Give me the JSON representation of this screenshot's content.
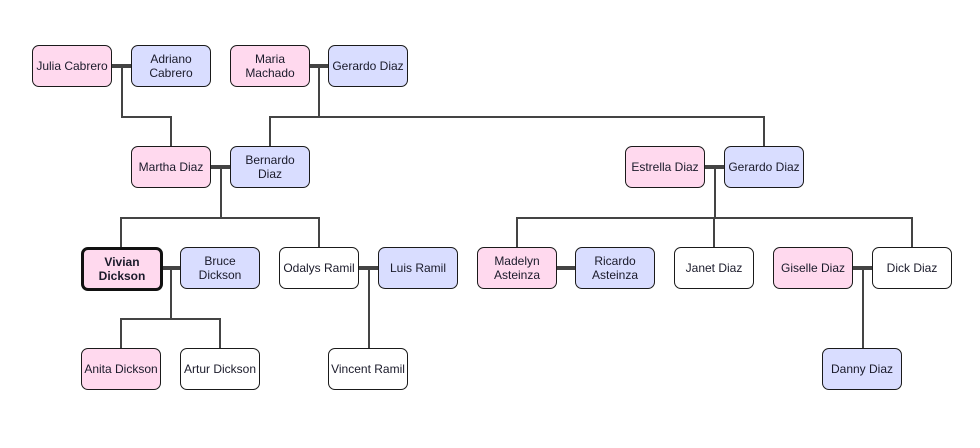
{
  "title": "Family Tree",
  "colors": {
    "female": "#ffd9ee",
    "male": "#d9ddff",
    "unknown": "#ffffff",
    "line": "#444444"
  },
  "people": [
    {
      "id": "julia",
      "name": "Julia Cabrero",
      "gender": "female",
      "col": 0,
      "row": 0
    },
    {
      "id": "adriano",
      "name": "Adriano Cabrero",
      "gender": "male",
      "col": 1,
      "row": 0
    },
    {
      "id": "maria",
      "name": "Maria Machado",
      "gender": "female",
      "col": 2,
      "row": 0
    },
    {
      "id": "gerardo-sr",
      "name": "Gerardo Diaz",
      "gender": "male",
      "col": 3,
      "row": 0
    },
    {
      "id": "martha",
      "name": "Martha Diaz",
      "gender": "female",
      "col": 1,
      "row": 1
    },
    {
      "id": "bernardo",
      "name": "Bernardo Diaz",
      "gender": "male",
      "col": 2,
      "row": 1
    },
    {
      "id": "estrella",
      "name": "Estrella Diaz",
      "gender": "female",
      "col": 6,
      "row": 1
    },
    {
      "id": "gerardo-jr",
      "name": "Gerardo Diaz",
      "gender": "male",
      "col": 7,
      "row": 1
    },
    {
      "id": "vivian",
      "name": "Vivian Dickson",
      "gender": "female",
      "col": 0.5,
      "row": 2,
      "selected": true
    },
    {
      "id": "bruce",
      "name": "Bruce Dickson",
      "gender": "male",
      "col": 1.5,
      "row": 2
    },
    {
      "id": "odalys",
      "name": "Odalys Ramil",
      "gender": "unknown",
      "col": 2.5,
      "row": 2
    },
    {
      "id": "luis",
      "name": "Luis Ramil",
      "gender": "male",
      "col": 3.5,
      "row": 2
    },
    {
      "id": "madelyn",
      "name": "Madelyn Asteinza",
      "gender": "female",
      "col": 4.5,
      "row": 2
    },
    {
      "id": "ricardo",
      "name": "Ricardo Asteinza",
      "gender": "male",
      "col": 5.5,
      "row": 2
    },
    {
      "id": "janet",
      "name": "Janet Diaz",
      "gender": "unknown",
      "col": 6.5,
      "row": 2
    },
    {
      "id": "giselle",
      "name": "Giselle Diaz",
      "gender": "female",
      "col": 7.5,
      "row": 2
    },
    {
      "id": "dick",
      "name": "Dick Diaz",
      "gender": "unknown",
      "col": 8.5,
      "row": 2
    },
    {
      "id": "anita",
      "name": "Anita Dickson",
      "gender": "female",
      "col": 0.5,
      "row": 3
    },
    {
      "id": "artur",
      "name": "Artur Dickson",
      "gender": "unknown",
      "col": 1.5,
      "row": 3
    },
    {
      "id": "vincent",
      "name": "Vincent Ramil",
      "gender": "unknown",
      "col": 3,
      "row": 3
    },
    {
      "id": "danny",
      "name": "Danny Diaz",
      "gender": "male",
      "col": 8,
      "row": 3
    }
  ],
  "couples": [
    {
      "a": "julia",
      "b": "adriano",
      "children": [
        "martha"
      ]
    },
    {
      "a": "maria",
      "b": "gerardo-sr",
      "children": [
        "bernardo",
        "gerardo-jr"
      ]
    },
    {
      "a": "martha",
      "b": "bernardo",
      "children": [
        "vivian",
        "odalys"
      ]
    },
    {
      "a": "estrella",
      "b": "gerardo-jr",
      "children": [
        "madelyn",
        "janet",
        "dick"
      ]
    },
    {
      "a": "vivian",
      "b": "bruce",
      "children": [
        "anita",
        "artur"
      ]
    },
    {
      "a": "odalys",
      "b": "luis",
      "children": [
        "vincent"
      ]
    },
    {
      "a": "madelyn",
      "b": "ricardo",
      "children": []
    },
    {
      "a": "giselle",
      "b": "dick",
      "children": [
        "danny"
      ]
    }
  ]
}
